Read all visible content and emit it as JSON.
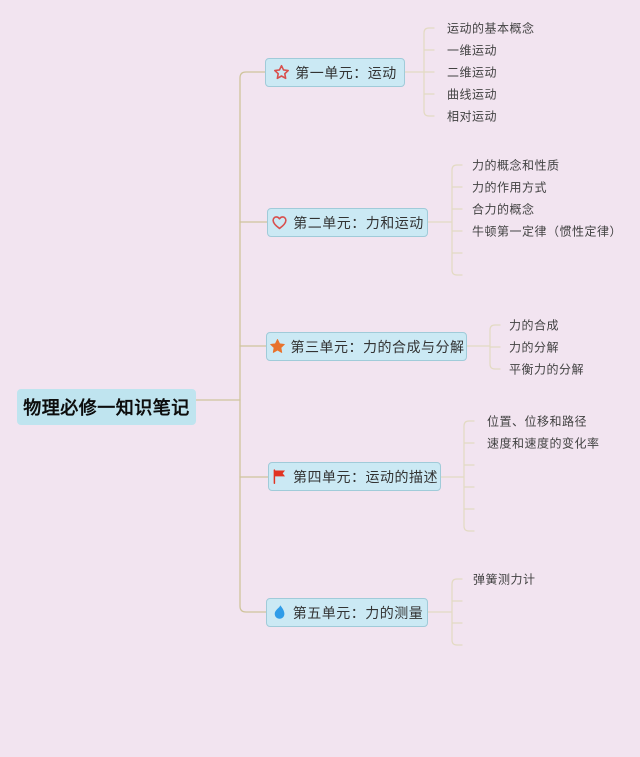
{
  "root": {
    "label": "物理必修一知识笔记"
  },
  "branches": [
    {
      "label": "第一单元：运动",
      "icon": "star-outline-icon",
      "children": [
        "运动的基本概念",
        "一维运动",
        "二维运动",
        "曲线运动",
        "相对运动"
      ],
      "empty_child_stubs": 0
    },
    {
      "label": "第二单元：力和运动",
      "icon": "heart-outline-icon",
      "children": [
        "力的概念和性质",
        "力的作用方式",
        "合力的概念",
        "牛顿第一定律（惯性定律）"
      ],
      "empty_child_stubs": 2
    },
    {
      "label": "第三单元：力的合成与分解",
      "icon": "star-filled-icon",
      "children": [
        "力的合成",
        "力的分解",
        "平衡力的分解"
      ],
      "empty_child_stubs": 0
    },
    {
      "label": "第四单元：运动的描述",
      "icon": "flag-icon",
      "children": [
        "位置、位移和路径",
        "速度和速度的变化率"
      ],
      "empty_child_stubs": 4
    },
    {
      "label": "第五单元：力的测量",
      "icon": "flame-icon",
      "children": [
        "弹簧测力计"
      ],
      "empty_child_stubs": 3
    }
  ],
  "colors": {
    "background": "#f2e4f0",
    "root_fill": "#bfe4ef",
    "node_fill": "#cbe9f4",
    "node_border": "#a0cbd9",
    "line_main": "#cfc39a",
    "line_child": "#e3dac2",
    "icon_red": "#d8504e",
    "icon_orange": "#e8722c",
    "icon_blue": "#2f9ce8",
    "flag_red": "#e13422"
  }
}
